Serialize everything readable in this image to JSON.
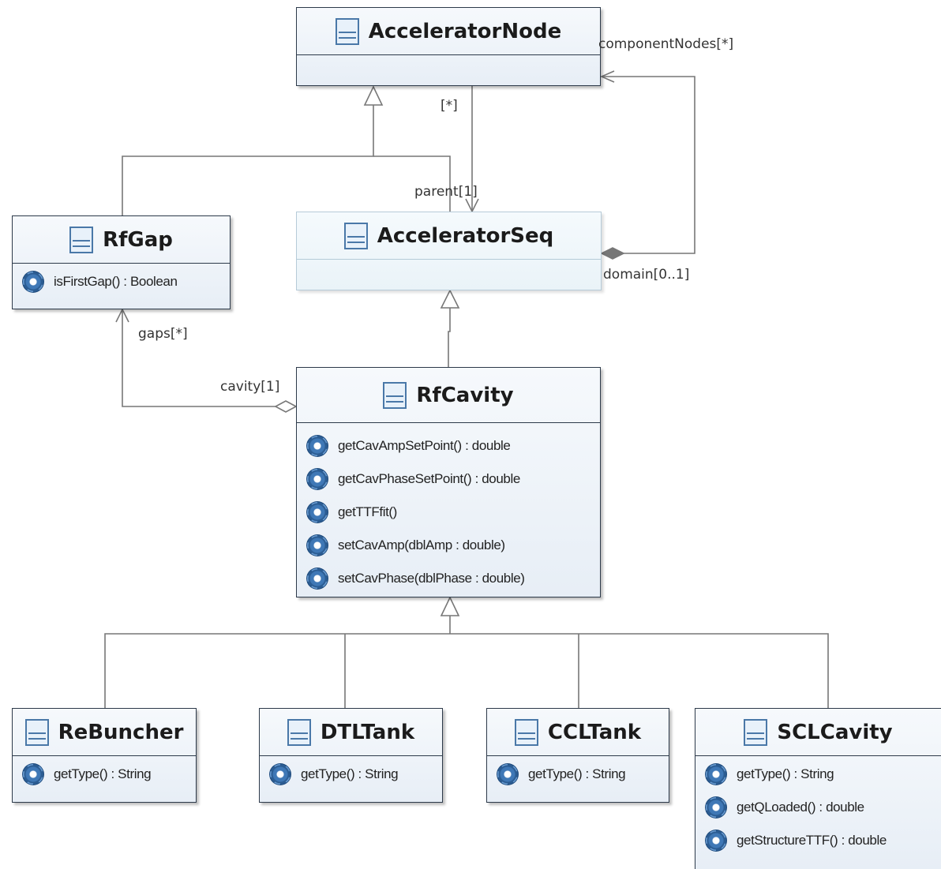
{
  "classes": {
    "accelerator_node": {
      "name": "AcceleratorNode",
      "operations": []
    },
    "accelerator_seq": {
      "name": "AcceleratorSeq",
      "operations": []
    },
    "rf_gap": {
      "name": "RfGap",
      "operations": [
        "isFirstGap() : Boolean"
      ]
    },
    "rf_cavity": {
      "name": "RfCavity",
      "operations": [
        "getCavAmpSetPoint() : double",
        "getCavPhaseSetPoint() : double",
        "getTTFfit()",
        "setCavAmp(dblAmp : double)",
        "setCavPhase(dblPhase : double)"
      ]
    },
    "rebuncher": {
      "name": "ReBuncher",
      "operations": [
        "getType() : String"
      ]
    },
    "dtl_tank": {
      "name": "DTLTank",
      "operations": [
        "getType() : String"
      ]
    },
    "ccl_tank": {
      "name": "CCLTank",
      "operations": [
        "getType() : String"
      ]
    },
    "scl_cavity": {
      "name": "SCLCavity",
      "operations": [
        "getType() : String",
        "getQLoaded() : double",
        "getStructureTTF() : double"
      ]
    }
  },
  "labels": {
    "component_nodes": "componentNodes[*]",
    "multiplicity_star": "[*]",
    "parent": "parent[1]",
    "domain": "domain[0..1]",
    "gaps": "gaps[*]",
    "cavity": "cavity[1]"
  },
  "colors": {
    "border": "#2d3a4a",
    "icon": "#4a78a8",
    "line": "#777777"
  }
}
